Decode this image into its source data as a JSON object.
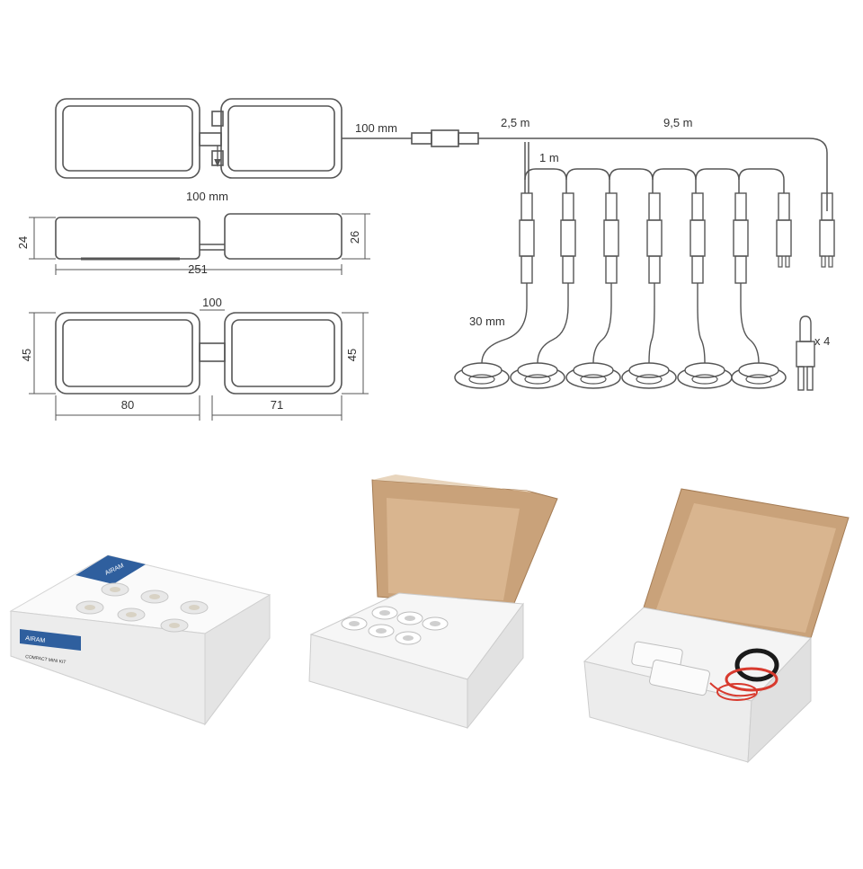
{
  "dimensions": {
    "top_cable": "100 mm",
    "top_drop": "100 mm",
    "height_left": "24",
    "height_right": "26",
    "total_length": "251",
    "gap": "100",
    "depth_left": "45",
    "depth_right": "45",
    "width_left": "80",
    "width_right": "71"
  },
  "wiring": {
    "lead": "2,5 m",
    "trunk": "9,5 m",
    "branch": "1 m",
    "pigtail": "30 mm",
    "end_caps_qty": "x 4"
  },
  "photos": {
    "box_brand": "AIRAM",
    "box_subtitle": "COMPACT MINI KIT"
  },
  "colors": {
    "line": "#555555",
    "cardboard": "#c9a27a",
    "cardboard_dark": "#a47c55",
    "box_white": "#f3f3f3",
    "brand_blue": "#2f5f9e",
    "cable_red": "#d83a2e"
  }
}
